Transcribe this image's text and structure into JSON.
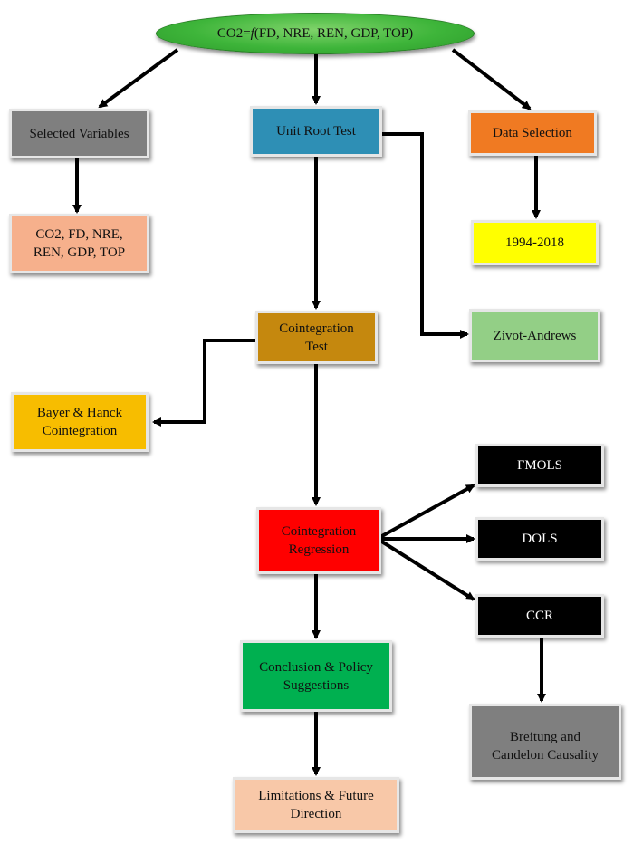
{
  "root": {
    "prefix": "CO2=",
    "func": "f",
    "args": "(FD, NRE, REN, GDP, TOP)"
  },
  "nodes": {
    "selected_variables": "Selected Variables",
    "unit_root_test": "Unit Root Test",
    "data_selection": "Data Selection",
    "variables_list": [
      "CO2, FD, NRE,",
      "REN, GDP, TOP"
    ],
    "period": "1994-2018",
    "cointegration_test": [
      "Cointegration",
      "Test"
    ],
    "zivot_andrews": "Zivot-Andrews",
    "bayer_hanck": [
      "Bayer & Hanck",
      "Cointegration"
    ],
    "fmols": "FMOLS",
    "dols": "DOLS",
    "ccr": "CCR",
    "cointegration_regression": [
      "Cointegration",
      "Regression"
    ],
    "breitung_candelon": [
      "Breitung and",
      "Candelon Causality"
    ],
    "conclusion": [
      "Conclusion & Policy",
      "Suggestions"
    ],
    "limitations": [
      "Limitations & Future",
      "Direction"
    ]
  },
  "colors": {
    "selected_variables": "#7f7f7f",
    "unit_root_test": "#2e8fb5",
    "data_selection": "#f07a22",
    "variables_list": "#f6b08c",
    "period": "#ffff00",
    "cointegration_test": "#c5880e",
    "zivot_andrews": "#93cf86",
    "bayer_hanck": "#f7bd00",
    "fmols": "#000000",
    "dols": "#000000",
    "ccr": "#000000",
    "cointegration_regression": "#ff0000",
    "breitung_candelon": "#7f7f7f",
    "conclusion": "#00b050",
    "limitations": "#f8c8a8"
  }
}
